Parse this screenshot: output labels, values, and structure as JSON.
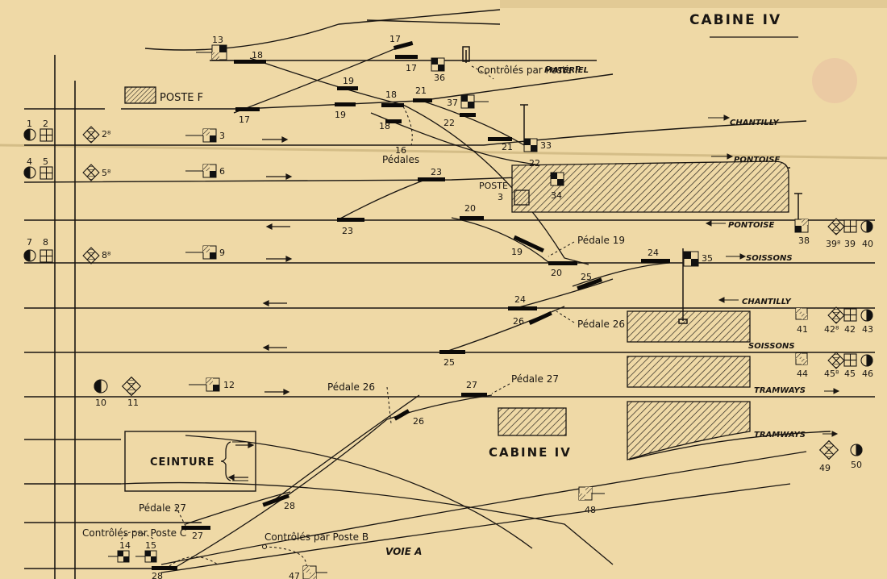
{
  "title": "CABINE IV",
  "center_label": "CABINE IV",
  "poste_f": "POSTE F",
  "poste_3": [
    "POSTE",
    "3"
  ],
  "ceinture": "CEINTURE",
  "destinations": {
    "chantilly_top": "CHANTILLY",
    "pontoise_top": "PONTOISE",
    "pontoise_mid": "PONTOISE",
    "soissons_out": "SOISSONS",
    "chantilly_mid": "CHANTILLY",
    "soissons_in": "SOISSONS",
    "tramways_out": "TRAMWAYS",
    "tramways_in": "TRAMWAYS",
    "materiel": "MATÉRIEL",
    "voie_a": "VOIE A"
  },
  "notes": {
    "controles_f": "Contrôlés par Poste F",
    "controles_c": "Contrôlés par Poste C",
    "controles_b": "Contrôlés par Poste B",
    "pedales": "Pédales",
    "pedale_19": "Pédale 19",
    "pedale_26a": "Pédale 26",
    "pedale_26b": "Pédale 26",
    "pedale_27a": "Pédale 27",
    "pedale_27b": "Pédale 27"
  },
  "switch_numbers": [
    "17",
    "17",
    "17",
    "18",
    "18",
    "18",
    "19",
    "19",
    "19",
    "20",
    "20",
    "21",
    "21",
    "22",
    "22",
    "23",
    "23",
    "24",
    "24",
    "25",
    "25",
    "26",
    "26",
    "27",
    "27",
    "28",
    "28"
  ],
  "signal_numbers": [
    "1",
    "2",
    "2⁸",
    "3",
    "4",
    "5",
    "5⁸",
    "6",
    "7",
    "8",
    "8⁸",
    "9",
    "10",
    "11",
    "12",
    "13",
    "14",
    "15",
    "16",
    "33",
    "34",
    "35",
    "36",
    "37",
    "38",
    "39⁸",
    "39",
    "40",
    "41",
    "42⁸",
    "42",
    "43",
    "44",
    "45⁸",
    "45",
    "46",
    "47",
    "48",
    "49",
    "50"
  ]
}
